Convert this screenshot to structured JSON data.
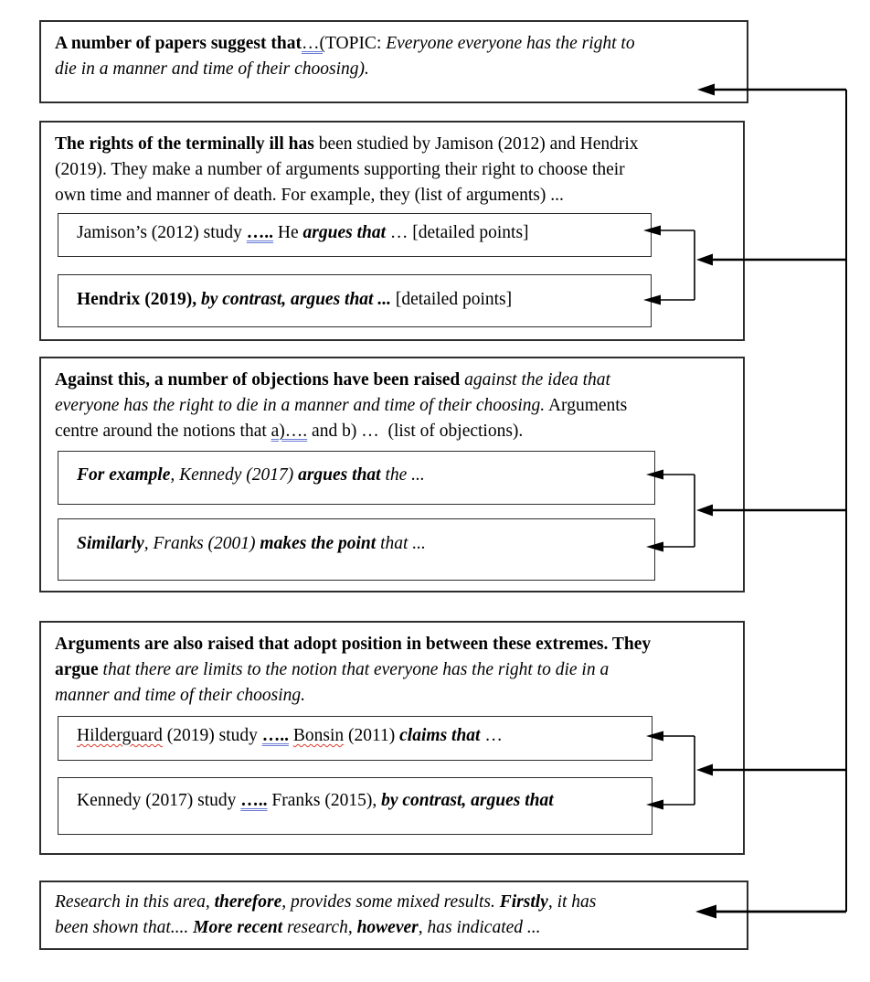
{
  "colors": {
    "background": "#ffffff",
    "box_border": "#2d2d2d",
    "arrow": "#000000",
    "grammar_underline_blue": "#6b7bd4",
    "spellcheck_underline_red": "#da3b2b",
    "text": "#000000"
  },
  "diagram": {
    "boxes": [
      {
        "name": "topic-sentence-box",
        "segments": [
          {
            "t": "A number of papers suggest that",
            "s": "b"
          },
          {
            "t": "…(",
            "s": "ublue"
          },
          {
            "t": "TOPIC: ",
            "s": "r"
          },
          {
            "t": "Everyone everyone has the right to",
            "s": "i"
          },
          {
            "br": true
          },
          {
            "t": "die in a manner and time of their choosing).",
            "s": "i"
          }
        ]
      },
      {
        "name": "theme-one-rights-box",
        "segments": [
          {
            "t": "The rights of the terminally ill has",
            "s": "b"
          },
          {
            "t": " been studied by Jamison (2012) and Hendrix",
            "s": "r"
          },
          {
            "br": true
          },
          {
            "t": "(2019). They make a number of arguments supporting their right to choose their",
            "s": "r"
          },
          {
            "br": true
          },
          {
            "t": "own time and manner of death. For example, they (list of arguments) ...",
            "s": "r"
          }
        ],
        "children": [
          {
            "name": "jamison-study-box",
            "segments": [
              {
                "t": "Jamison’s (2012) study ",
                "s": "r"
              },
              {
                "t": "…..",
                "s": "bublue"
              },
              {
                "t": " He ",
                "s": "r"
              },
              {
                "t": "argues that",
                "s": "bi"
              },
              {
                "t": " … [detailed points]",
                "s": "r"
              }
            ]
          },
          {
            "name": "hendrix-study-box",
            "segments": [
              {
                "t": "Hendrix (2019), ",
                "s": "b"
              },
              {
                "t": "by contrast, argues that ...",
                "s": "bi"
              },
              {
                "t": " [detailed points]",
                "s": "r"
              }
            ]
          }
        ]
      },
      {
        "name": "objections-box",
        "segments": [
          {
            "t": "Against this, a number of objections have been raised ",
            "s": "b"
          },
          {
            "t": "against the idea that",
            "s": "i"
          },
          {
            "br": true
          },
          {
            "t": "everyone has the right to die in a manner and time of their choosing.",
            "s": "i"
          },
          {
            "t": " Arguments",
            "s": "r"
          },
          {
            "br": true
          },
          {
            "t": "centre around the notions that ",
            "s": "r"
          },
          {
            "t": "a)….",
            "s": "ublue"
          },
          {
            "t": " and b) …  (list of objections).",
            "s": "r"
          }
        ],
        "children": [
          {
            "name": "kennedy-objection-box",
            "segments": [
              {
                "t": "For example",
                "s": "bi"
              },
              {
                "t": ", Kennedy (2017) ",
                "s": "i"
              },
              {
                "t": "argues that",
                "s": "bi"
              },
              {
                "t": " the ...",
                "s": "i"
              }
            ]
          },
          {
            "name": "franks-objection-box",
            "segments": [
              {
                "t": "Similarly",
                "s": "bi"
              },
              {
                "t": ", Franks (2001) ",
                "s": "i"
              },
              {
                "t": "makes the point",
                "s": "bi"
              },
              {
                "t": " that ...",
                "s": "i"
              }
            ]
          }
        ]
      },
      {
        "name": "middle-position-box",
        "segments": [
          {
            "t": "Arguments are also raised that adopt position in between these extremes. They",
            "s": "b"
          },
          {
            "br": true
          },
          {
            "t": "argue ",
            "s": "b"
          },
          {
            "t": "that there are limits to the notion that everyone has the right to die in a",
            "s": "i"
          },
          {
            "br": true
          },
          {
            "t": "manner and time of their choosing.",
            "s": "i"
          }
        ],
        "children": [
          {
            "name": "hilderguard-bonsin-box",
            "segments": [
              {
                "t": "Hilderguard",
                "s": "rred"
              },
              {
                "t": " (2019) study ",
                "s": "r"
              },
              {
                "t": "…..",
                "s": "bublue"
              },
              {
                "t": " ",
                "s": "r"
              },
              {
                "t": "Bonsin",
                "s": "rred"
              },
              {
                "t": " (2011) ",
                "s": "r"
              },
              {
                "t": "claims that",
                "s": "bi"
              },
              {
                "t": " …",
                "s": "r"
              }
            ]
          },
          {
            "name": "kennedy-franks-box",
            "segments": [
              {
                "t": "Kennedy (2017) study ",
                "s": "r"
              },
              {
                "t": "…..",
                "s": "bublue"
              },
              {
                "t": " Franks (2015), ",
                "s": "r"
              },
              {
                "t": "by contrast, argues that",
                "s": "bi"
              }
            ]
          }
        ]
      },
      {
        "name": "summary-box",
        "segments": [
          {
            "t": "Research in this area, ",
            "s": "i"
          },
          {
            "t": "therefore",
            "s": "bi"
          },
          {
            "t": ", provides some mixed results. ",
            "s": "i"
          },
          {
            "t": "Firstly",
            "s": "bi"
          },
          {
            "t": ", it has",
            "s": "i"
          },
          {
            "br": true
          },
          {
            "t": "been shown that.... ",
            "s": "i"
          },
          {
            "t": "More recent",
            "s": "bi"
          },
          {
            "t": " research, ",
            "s": "i"
          },
          {
            "t": "however",
            "s": "bi"
          },
          {
            "t": ", has indicated ...",
            "s": "i"
          }
        ]
      }
    ]
  }
}
